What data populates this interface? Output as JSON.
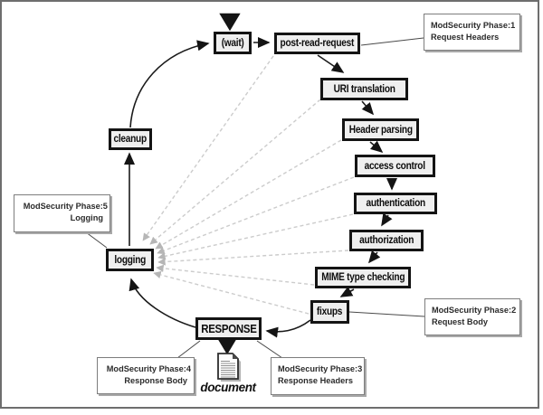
{
  "diagram_nodes": {
    "wait": "(wait)",
    "post_read_request": "post-read-request",
    "uri_translation": "URI translation",
    "header_parsing": "Header parsing",
    "access_control": "access control",
    "authentication": "authentication",
    "authorization": "authorization",
    "mime_type_checking": "MIME type checking",
    "fixups": "fixups",
    "response": "RESPONSE",
    "logging": "logging",
    "cleanup": "cleanup"
  },
  "annotations": {
    "phase1": {
      "title": "ModSecurity Phase:1",
      "subtitle": "Request Headers"
    },
    "phase2": {
      "title": "ModSecurity Phase:2",
      "subtitle": "Request Body"
    },
    "phase3": {
      "title": "ModSecurity Phase:3",
      "subtitle": "Response Headers"
    },
    "phase4": {
      "title": "ModSecurity Phase:4",
      "subtitle": "Response Body"
    },
    "phase5": {
      "title": "ModSecurity Phase:5",
      "subtitle": "Logging"
    }
  },
  "document_label": "document",
  "colors": {
    "node_fill": "#efefef",
    "node_border": "#141414",
    "annotation_border": "#7d7d7d",
    "annotation_shadow": "#a9a9a9",
    "dashed_arrow": "#cccccc",
    "frame_border": "#6e6e6e"
  }
}
